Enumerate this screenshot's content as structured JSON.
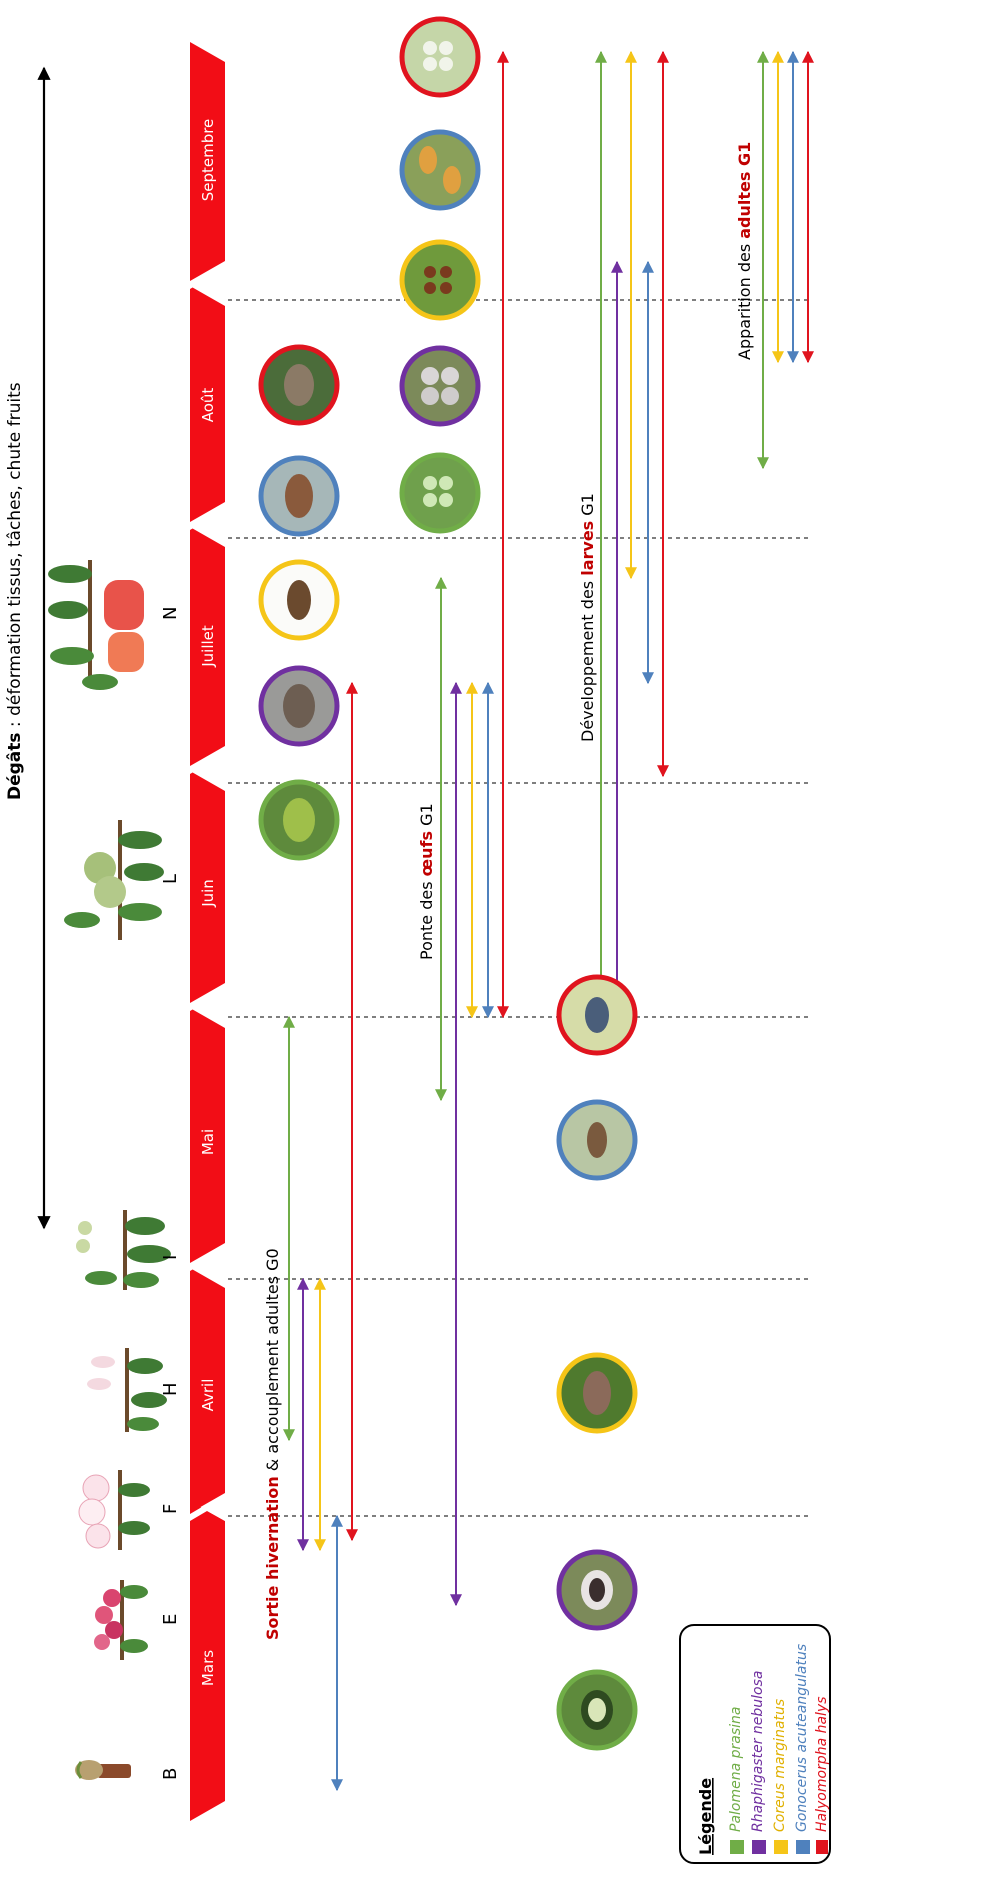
{
  "colors": {
    "palomena": "#70ad47",
    "rhaphigaster": "#7030a0",
    "coreus": "#f5c518",
    "gonocerus": "#4f81bd",
    "halyomorpha": "#e0141e",
    "band": "#f20d16",
    "highlight": "#c00000"
  },
  "months": [
    "Mars",
    "Avril",
    "Mai",
    "Juin",
    "Juillet",
    "Août",
    "Septembre"
  ],
  "stages": [
    "B",
    "E",
    "F",
    "H",
    "I",
    "L",
    "N"
  ],
  "damage": {
    "label": "Dégâts",
    "text": " : déformation tissus, tâches, chute fruits"
  },
  "phases": {
    "wintering": {
      "part1": "Sortie ",
      "part2": "hivernation",
      "part3": " & accouplement adultes G0"
    },
    "eggs": {
      "part1": "Ponte des ",
      "part2": "œufs",
      "part3": " G1"
    },
    "larvae": {
      "part1": "Développement des ",
      "part2": "larves",
      "part3": " G1"
    },
    "adults": {
      "part1": "Apparition des ",
      "part2": "adultes G1"
    }
  },
  "legend": {
    "title": "Légende",
    "items": [
      {
        "name": "Palomena prasina",
        "color": "#70ad47"
      },
      {
        "name": "Rhaphigaster nebulosa",
        "color": "#7030a0"
      },
      {
        "name": "Coreus marginatus",
        "color": "#f5c518"
      },
      {
        "name": "Gonocerus acuteangulatus",
        "color": "#4f81bd"
      },
      {
        "name": "Halyomorpha halys",
        "color": "#e0141e"
      }
    ]
  },
  "photo_icons": {
    "adults": [
      "adult-green-icon",
      "adult-purple-icon",
      "adult-yellow-icon",
      "adult-blue-icon",
      "adult-red-icon"
    ],
    "eggs": [
      "eggs-green-icon",
      "eggs-purple-icon",
      "eggs-yellow-icon",
      "eggs-blue-icon",
      "eggs-red-icon"
    ],
    "larvae": [
      "larva-green-icon",
      "larva-purple-icon",
      "larva-yellow-icon",
      "larva-blue-icon",
      "larva-red-icon"
    ]
  }
}
